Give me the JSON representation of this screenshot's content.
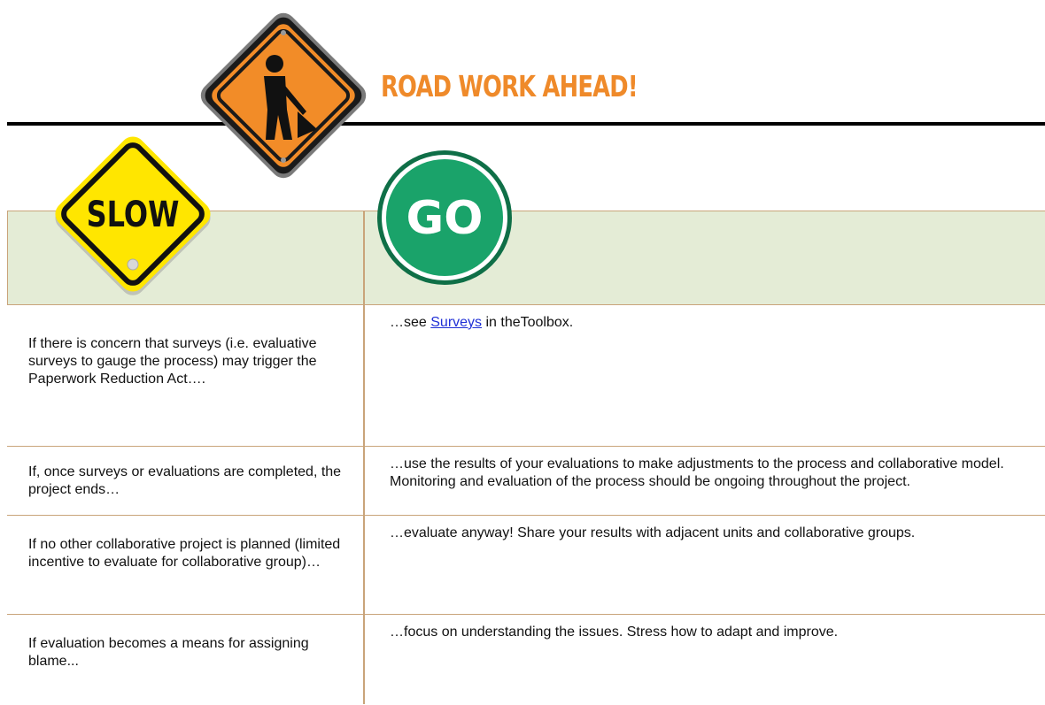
{
  "banner": {
    "title": "ROAD WORK AHEAD!"
  },
  "signs": {
    "slow_label": "SLOW",
    "go_label": "GO"
  },
  "rows": [
    {
      "left": "If there is concern that surveys (i.e. evaluative surveys to gauge the process) may trigger the Paperwork Reduction Act….",
      "right_before": "…see ",
      "right_link": "Surveys",
      "right_after": " in theToolbox."
    },
    {
      "left": "If, once surveys or evaluations are completed, the project ends…",
      "right": "…use the results of your evaluations to make adjustments to the process and collaborative model.   Monitoring and evaluation of the process should be ongoing throughout the project."
    },
    {
      "left": "If no other collaborative project is planned (limited incentive to evaluate for collaborative group)…",
      "right": "…evaluate anyway!  Share your results with adjacent units and collaborative groups."
    },
    {
      "left": "If evaluation becomes a means for assigning blame...",
      "right": "…focus on understanding the issues. Stress how to adapt and improve."
    }
  ],
  "colors": {
    "header_green": "#e4ecd6",
    "border_tan": "#c9a47a",
    "banner_orange": "#ef8a2a",
    "slow_yellow": "#ffe600",
    "go_green": "#1aa36a",
    "worker_sign_orange": "#f28c28",
    "link_blue": "#1f2fd6"
  }
}
